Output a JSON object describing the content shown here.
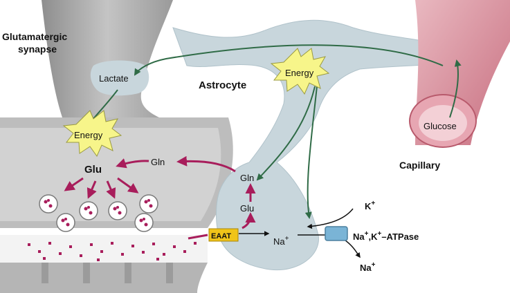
{
  "labels": {
    "synapse_line1": "Glutamatergic",
    "synapse_line2": "synapse",
    "astrocyte": "Astrocyte",
    "capillary": "Capillary",
    "lactate": "Lactate",
    "energy_neuron": "Energy",
    "energy_astrocyte": "Energy",
    "glucose": "Glucose",
    "glu_neuron": "Glu",
    "gln_neuron": "Gln",
    "gln_astro": "Gln",
    "glu_astro": "Glu",
    "eaat": "EAAT",
    "na_in": "Na",
    "na_in_sup": "+",
    "k_top": "K",
    "k_top_sup": "+",
    "pump_na": "Na",
    "pump_sup1": "+",
    "pump_k": ",K",
    "pump_sup2": "+",
    "pump_rest": "–ATPase",
    "na_out": "Na",
    "na_out_sup": "+"
  },
  "colors": {
    "neuron_gray": "#a9a9a9",
    "astrocyte_blue": "#c8d6dc",
    "green_arrow": "#2f6b46",
    "glu_arrow": "#a81d5b",
    "energy_burst": "#f7f58a",
    "eaat_box": "#f0c419",
    "capillary_pink": "#d48a96"
  }
}
